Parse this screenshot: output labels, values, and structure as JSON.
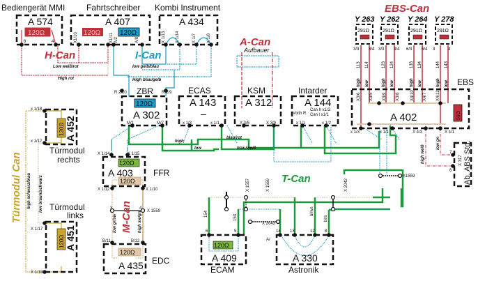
{
  "diagram": {
    "title": "CAN bus wiring overview",
    "colors": {
      "h_can": "#c0303a",
      "i_can": "#1a9bc8",
      "a_can": "#c0303a",
      "ebs_can": "#c0303a",
      "t_can": "#1a9a3a",
      "m_can": "#c0303a",
      "tuermodul_can": "#c9a428",
      "wire_beige": "#e0c8a8",
      "box": "#111111"
    },
    "buses": {
      "h_can": "H-Can",
      "i_can": "I-Can",
      "a_can": "A-Can",
      "a_can_sub": "Aufbauer",
      "ebs_can": "EBS-Can",
      "t_can": "T-Can",
      "m_can": "M-Can",
      "tuermodul_can": "Türmodul Can"
    },
    "modules": {
      "a574": {
        "name": "Bediengerät MMI",
        "id": "A 574",
        "resistor": "120Ω",
        "pins": [
          "8",
          "4"
        ]
      },
      "a407": {
        "name": "Fahrtschreiber",
        "id": "A 407",
        "resistor_h": "120Ω",
        "resistor_i": "120Ω",
        "pins": [
          "X1/10",
          "X1/11",
          "A/2",
          "A/8"
        ]
      },
      "a434": {
        "name": "Kombi Instrument",
        "id": "A 434",
        "pins": [
          "X 1/13",
          "X 1/14",
          "X 1/7",
          "X 1/8"
        ]
      },
      "a302": {
        "name": "ZBR",
        "id": "A 302",
        "resistor": "120Ω",
        "pins": [
          "R 2/10",
          "R 2/9",
          "M/1",
          "M/7"
        ]
      },
      "a143": {
        "name": "ECAS",
        "id": "A 143",
        "value": "–",
        "pins": [
          "x 1/3",
          "x 1/1"
        ]
      },
      "a312": {
        "name": "KSM",
        "id": "A 312",
        "pins": [
          "X 3/5",
          "X 3/9"
        ]
      },
      "a144": {
        "name": "Intarder",
        "id": "A 144",
        "note_voith": "Voith R",
        "note_canh": "Can h  x1/3",
        "note_canl": "Can l  x1/1",
        "pins": [
          "x 1/1",
          "x 1/2"
        ]
      },
      "a402": {
        "name": "EBS",
        "id": "A 402",
        "resistor": "59Ω",
        "pins_top": [
          "X3/6",
          "X3/5",
          "X3/9",
          "X3/8",
          "X4/10",
          "X4/7",
          "X4/12"
        ],
        "pins_bottom": [
          "x 1/3",
          "x 1/1",
          "X 4/3",
          "X 4/1"
        ]
      },
      "a452": {
        "name": "Türmodul rechts",
        "id": "A 452",
        "resistor": "120Ω",
        "pins": [
          "x 1/18",
          "x 1/17"
        ]
      },
      "a451": {
        "name": "Türmodul links",
        "id": "A 451",
        "resistor": "120Ω",
        "pins": [
          "X 1/17",
          "X 1/18"
        ]
      },
      "a403": {
        "name": "FFR",
        "id": "A 403",
        "resistor_t": "120Ω",
        "resistor_m": "120Ω",
        "pins": [
          "X 1/14",
          "X 1/15",
          "X 1/12",
          "X 1/10"
        ]
      },
      "a435": {
        "name": "EDC",
        "id": "A 435",
        "resistor": "120Ω",
        "pins": [
          "B/11",
          "B/12"
        ]
      },
      "a409": {
        "name": "ECAM",
        "id": "A 409",
        "resistor": "120Ω",
        "pins": [
          "6",
          "5"
        ]
      },
      "a330": {
        "name": "Astronik",
        "id": "A 330",
        "pins": [
          "14",
          "13",
          "12",
          "8"
        ]
      },
      "ebs_std": {
        "name": "Ab. ABS Std.",
        "pin_label": "X 317",
        "pins": [
          "7",
          "6"
        ]
      }
    },
    "valves": [
      {
        "id": "Y 263",
        "resistor": "291Ω",
        "pins": [
          "3/3",
          "3/4"
        ],
        "wires": [
          "high 113",
          "low 114"
        ]
      },
      {
        "id": "Y 262",
        "resistor": "291Ω",
        "pins": [
          "3/3",
          "3/4"
        ],
        "wires": [
          "high 123",
          "low 124"
        ]
      },
      {
        "id": "Y 264",
        "resistor": "291Ω",
        "pins": [
          "6/3",
          "6/4"
        ],
        "wires": [
          "high 133",
          "low 134"
        ]
      },
      {
        "id": "Y 278",
        "resistor": "291Ω",
        "pins": [
          "3",
          "4"
        ],
        "wires": [
          "high 144",
          "low 143"
        ]
      }
    ],
    "wire_labels": {
      "h_low": "Low weiß/rot",
      "h_high": "High rot",
      "i_low": "low gelb/blau",
      "i_high": "High blau/gelb",
      "t_high": "high",
      "t_low": "low",
      "ksm_high": "blau/rot",
      "ksm_low": "blau/weiß",
      "ebs_high": "high weiß",
      "ebs_low": "low gn",
      "door_high": "high  schwarz/blau",
      "door_low": "low  braun/schwarz",
      "m_low": "low gr/sw",
      "m_high": "high sw/gn",
      "w154": "154",
      "w153": "153",
      "w_bl": "bl/ws",
      "w_bl2": "bl/s"
    },
    "connectors": {
      "x1559_m": "X 1559",
      "x1559_t": "X1559",
      "x1557": "X 1557",
      "x1559_top": "X 1559",
      "x2042": "X 2042",
      "x2043": "X 2043",
      "pins_x1559_m": [
        "3",
        "4"
      ],
      "pins_x1557": [
        "4",
        "5"
      ],
      "pins_x1559_t": [
        "18",
        "17"
      ],
      "pins_x2042": [
        "2",
        "1"
      ],
      "pins_x2043": [
        "1",
        "2"
      ],
      "pin_a330_extra": "A/"
    }
  }
}
